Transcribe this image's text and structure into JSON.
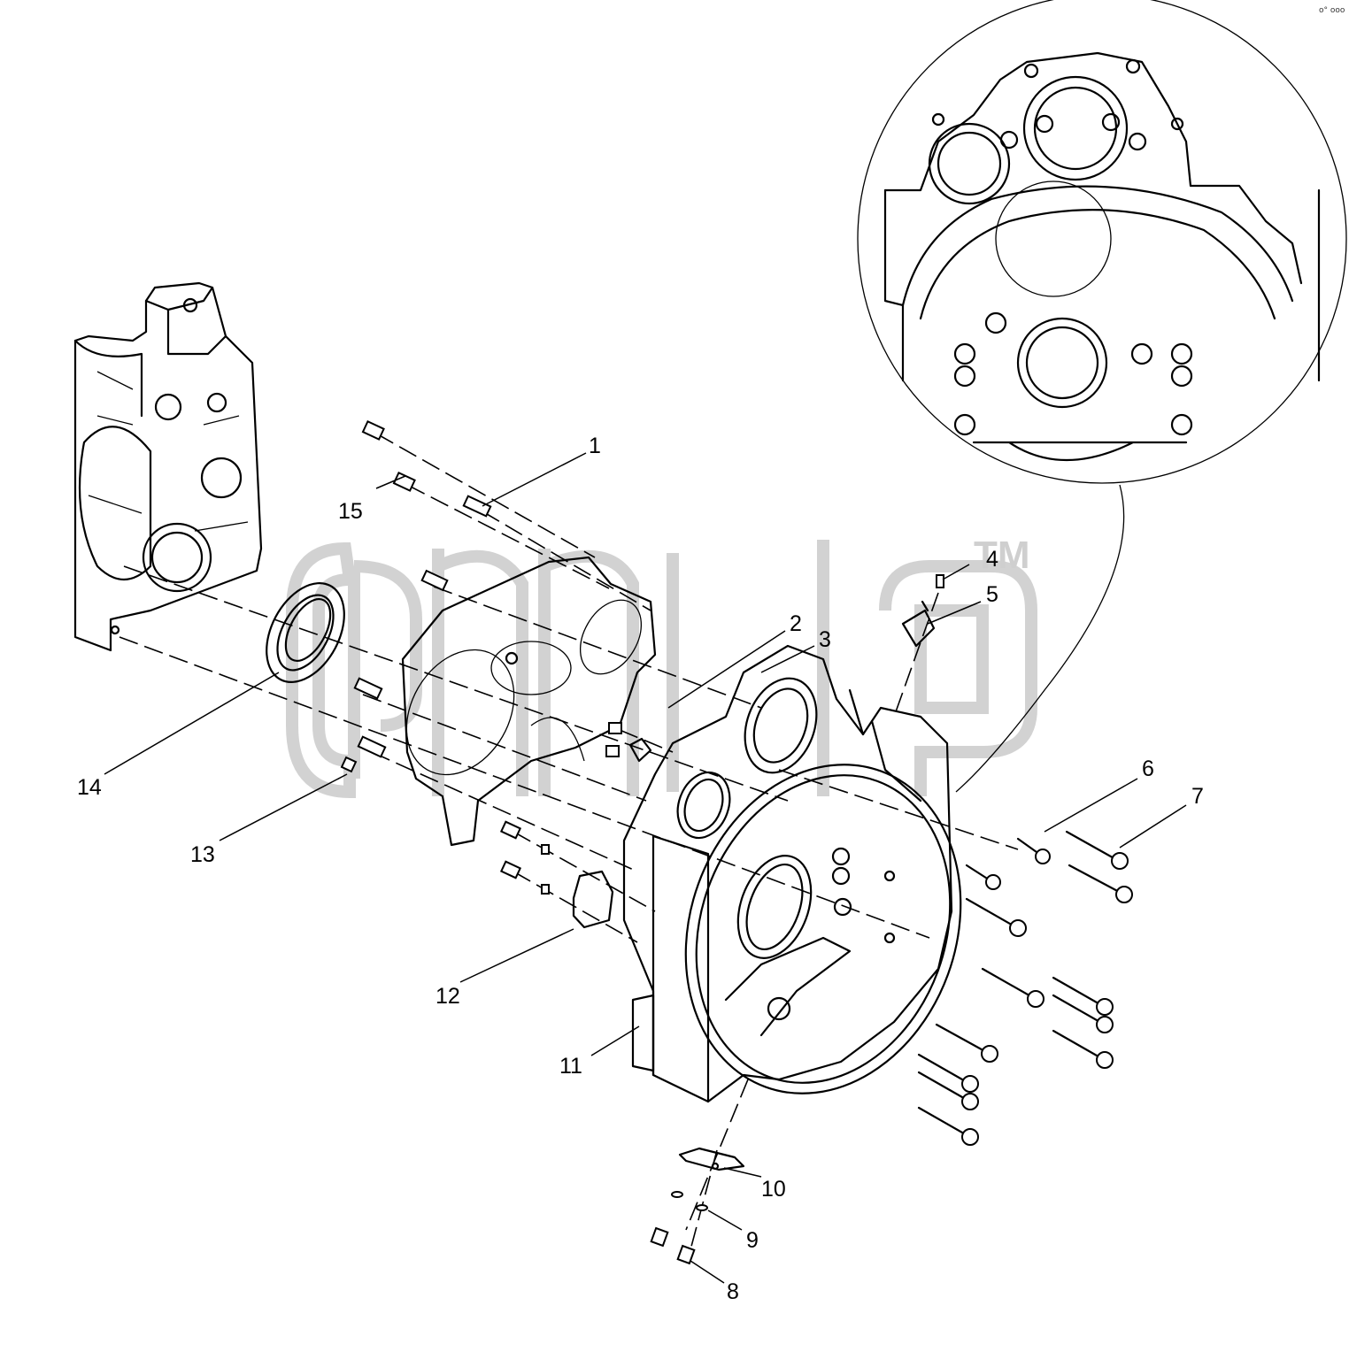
{
  "diagram": {
    "callouts": [
      {
        "id": "c1",
        "text": "1"
      },
      {
        "id": "c2",
        "text": "2"
      },
      {
        "id": "c3",
        "text": "3"
      },
      {
        "id": "c4",
        "text": "4"
      },
      {
        "id": "c5",
        "text": "5"
      },
      {
        "id": "c6",
        "text": "6"
      },
      {
        "id": "c7",
        "text": "7"
      },
      {
        "id": "c8",
        "text": "8"
      },
      {
        "id": "c9",
        "text": "9"
      },
      {
        "id": "c10",
        "text": "10"
      },
      {
        "id": "c11",
        "text": "11"
      },
      {
        "id": "c12",
        "text": "12"
      },
      {
        "id": "c13",
        "text": "13"
      },
      {
        "id": "c14",
        "text": "14"
      },
      {
        "id": "c15",
        "text": "15"
      }
    ],
    "watermark": {
      "trademark": "TM"
    },
    "corner_mark": "o° ooo"
  }
}
